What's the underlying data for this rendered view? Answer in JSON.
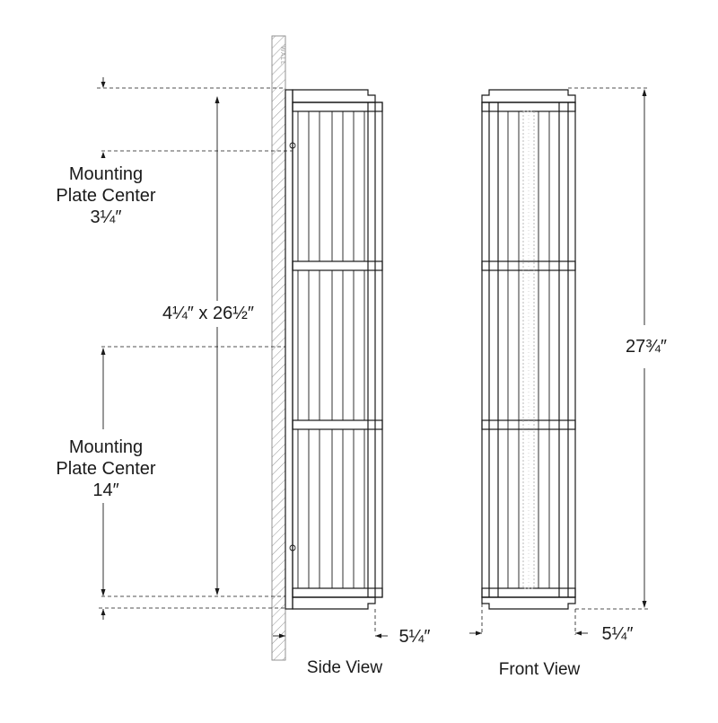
{
  "labels": {
    "wall": "WALL",
    "mount_top_line1": "Mounting",
    "mount_top_line2": "Plate Center",
    "mount_top_value": "3¼″",
    "size": "4¼″ x 26½″",
    "mount_bottom_line1": "Mounting",
    "mount_bottom_line2": "Plate Center",
    "mount_bottom_value": "14″",
    "side_depth": "5¼″",
    "front_width": "5¼″",
    "overall_height": "27¾″",
    "side_view": "Side View",
    "front_view": "Front View"
  }
}
